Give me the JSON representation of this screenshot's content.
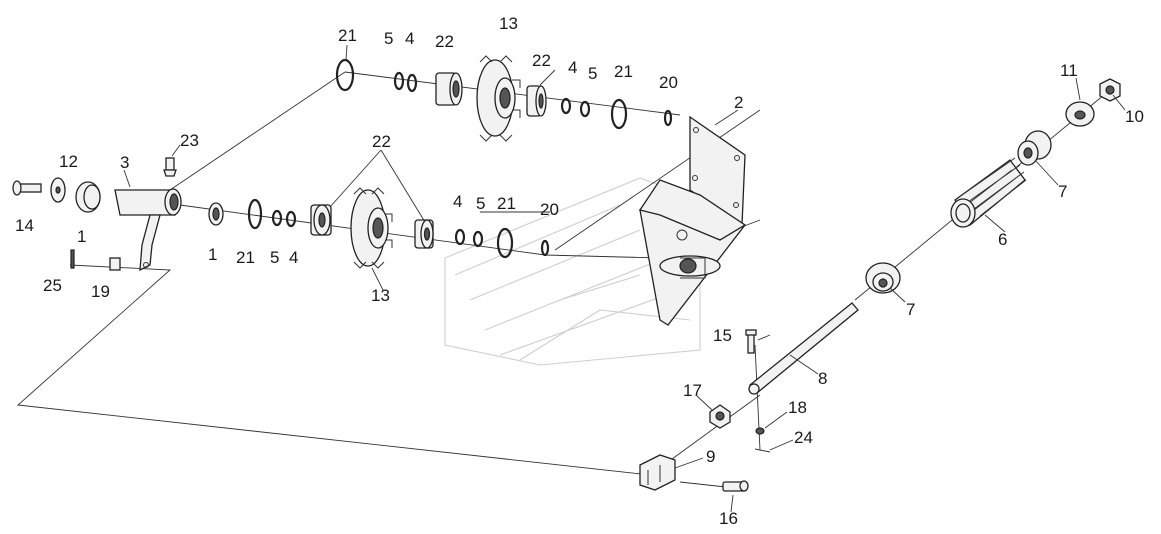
{
  "diagram": {
    "labels": {
      "l21a": "21",
      "l5a": "5",
      "l4a": "4",
      "l22a": "22",
      "l13a": "13",
      "l22b": "22",
      "l4b": "4",
      "l5b": "5",
      "l21b": "21",
      "l20a": "20",
      "l2": "2",
      "l11": "11",
      "l10": "10",
      "l23": "23",
      "l12": "12",
      "l3": "3",
      "l22c": "22",
      "l14": "14",
      "l1a": "1",
      "l1b": "1",
      "l21c": "21",
      "l5c": "5",
      "l4c": "4",
      "l4d": "4",
      "l5d": "5",
      "l21d": "21",
      "l20b": "20",
      "l13b": "13",
      "l7a": "7",
      "l6": "6",
      "l7b": "7",
      "l25": "25",
      "l19": "19",
      "l15": "15",
      "l8": "8",
      "l17": "17",
      "l18": "18",
      "l24": "24",
      "l9": "9",
      "l16": "16"
    }
  }
}
